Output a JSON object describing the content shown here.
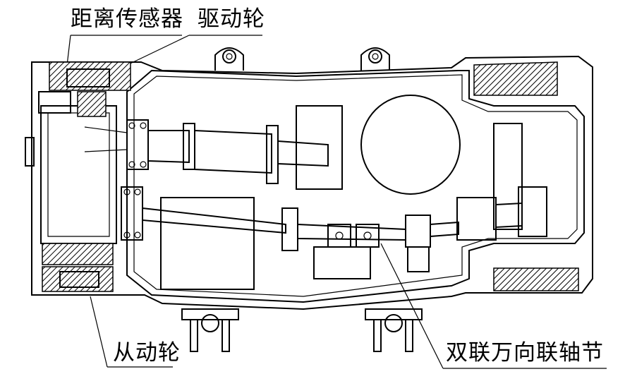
{
  "labels": {
    "distance_sensor": "距离传感器",
    "drive_wheel": "驱动轮",
    "driven_wheel": "从动轮",
    "double_universal_coupling": "双联万向联轴节"
  }
}
